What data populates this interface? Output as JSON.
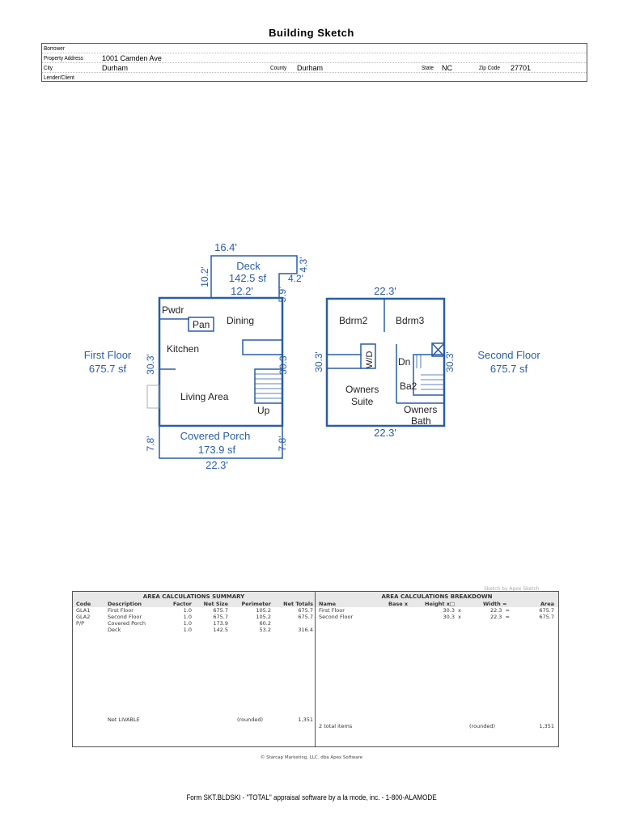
{
  "title": "Building Sketch",
  "header": {
    "borrower_label": "Borrower",
    "borrower": "",
    "address_label": "Property Address",
    "address": "1001 Camden Ave",
    "city_label": "City",
    "city": "Durham",
    "county_label": "County",
    "county": "Durham",
    "state_label": "State",
    "state": "NC",
    "zip_label": "Zip Code",
    "zip": "27701",
    "lender_label": "Lender/Client"
  },
  "sketch": {
    "color": "#2a5da8",
    "first_floor": {
      "name": "First Floor",
      "area": "675.7 sf",
      "dim_left": "30.3'",
      "dim_right": "30.3'",
      "rooms": [
        "Pwdr",
        "Pan",
        "Dining",
        "Kitchen",
        "Living Area",
        "Up"
      ]
    },
    "deck": {
      "name": "Deck",
      "area": "142.5 sf",
      "dim_top": "16.4'",
      "dim_left": "10.2'",
      "dim_right_top": "4.3'",
      "dim_notch": "4.2'",
      "dim_right": "5.9'",
      "dim_bottom": "12.2'"
    },
    "porch": {
      "name": "Covered Porch",
      "area": "173.9 sf",
      "dim_left": "7.8'",
      "dim_right": "7.8'",
      "dim_bottom": "22.3'"
    },
    "second_floor": {
      "name": "Second Floor",
      "area": "675.7 sf",
      "dim_top": "22.3'",
      "dim_bottom": "22.3'",
      "dim_left": "30.3'",
      "dim_right": "30.3'",
      "rooms": [
        "Bdrm2",
        "Bdrm3",
        "W/D",
        "Dn",
        "Ba2",
        "Owners",
        "Suite",
        "Owners",
        "Bath"
      ]
    }
  },
  "credit": "Sketch by Apex Sketch",
  "summary": {
    "title": "AREA CALCULATIONS SUMMARY",
    "headers": [
      "Code",
      "Description",
      "Factor",
      "Net Size",
      "Perimeter",
      "Net Totals"
    ],
    "rows": [
      [
        "GLA1",
        "First Floor",
        "1.0",
        "675.7",
        "105.2",
        "675.7"
      ],
      [
        "GLA2",
        "Second Floor",
        "1.0",
        "675.7",
        "105.2",
        "675.7"
      ],
      [
        "P/P",
        "Covered Porch",
        "1.0",
        "173.9",
        "60.2",
        ""
      ],
      [
        "",
        "Deck",
        "1.0",
        "142.5",
        "53.2",
        "316.4"
      ]
    ],
    "net_label": "Net LIVABLE",
    "rounded": "(rounded)",
    "net_total": "1,351"
  },
  "breakdown": {
    "title": "AREA CALCULATIONS BREAKDOWN",
    "headers": [
      "Name",
      "Base  x",
      "Height  x□",
      "Width  =",
      "Area"
    ],
    "rows": [
      [
        "First Floor",
        "",
        "30.3  x",
        "22.3  =",
        "675.7"
      ],
      [
        "Second Floor",
        "",
        "30.3  x",
        "22.3  =",
        "675.7"
      ]
    ],
    "total_items": "2 total items",
    "rounded": "(rounded)",
    "total": "1,351"
  },
  "copyright": "© Starcap Marketing, LLC. dba Apex Software",
  "form": "Form SKT.BLDSKI - \"TOTAL\" appraisal software by a la mode, inc. - 1-800-ALAMODE"
}
